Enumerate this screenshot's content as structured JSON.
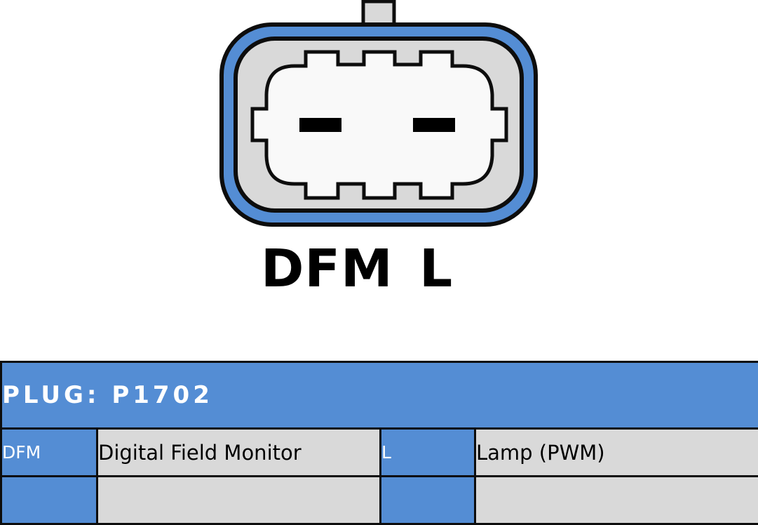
{
  "diagram": {
    "type": "connector-plug-pinout",
    "colors": {
      "accent_blue": "#548dd4",
      "housing_gray": "#d9d9d9",
      "face_white": "#f9f9f9",
      "outline": "#0d0d0d"
    },
    "pin_labels": [
      "DFM",
      "L"
    ]
  },
  "table": {
    "title": "PLUG: P1702",
    "rows": [
      {
        "pin1_code": "DFM",
        "pin1_desc": "Digital Field Monitor",
        "pin2_code": "L",
        "pin2_desc": "Lamp (PWM)"
      },
      {
        "pin1_code": "",
        "pin1_desc": "",
        "pin2_code": "",
        "pin2_desc": ""
      }
    ]
  }
}
